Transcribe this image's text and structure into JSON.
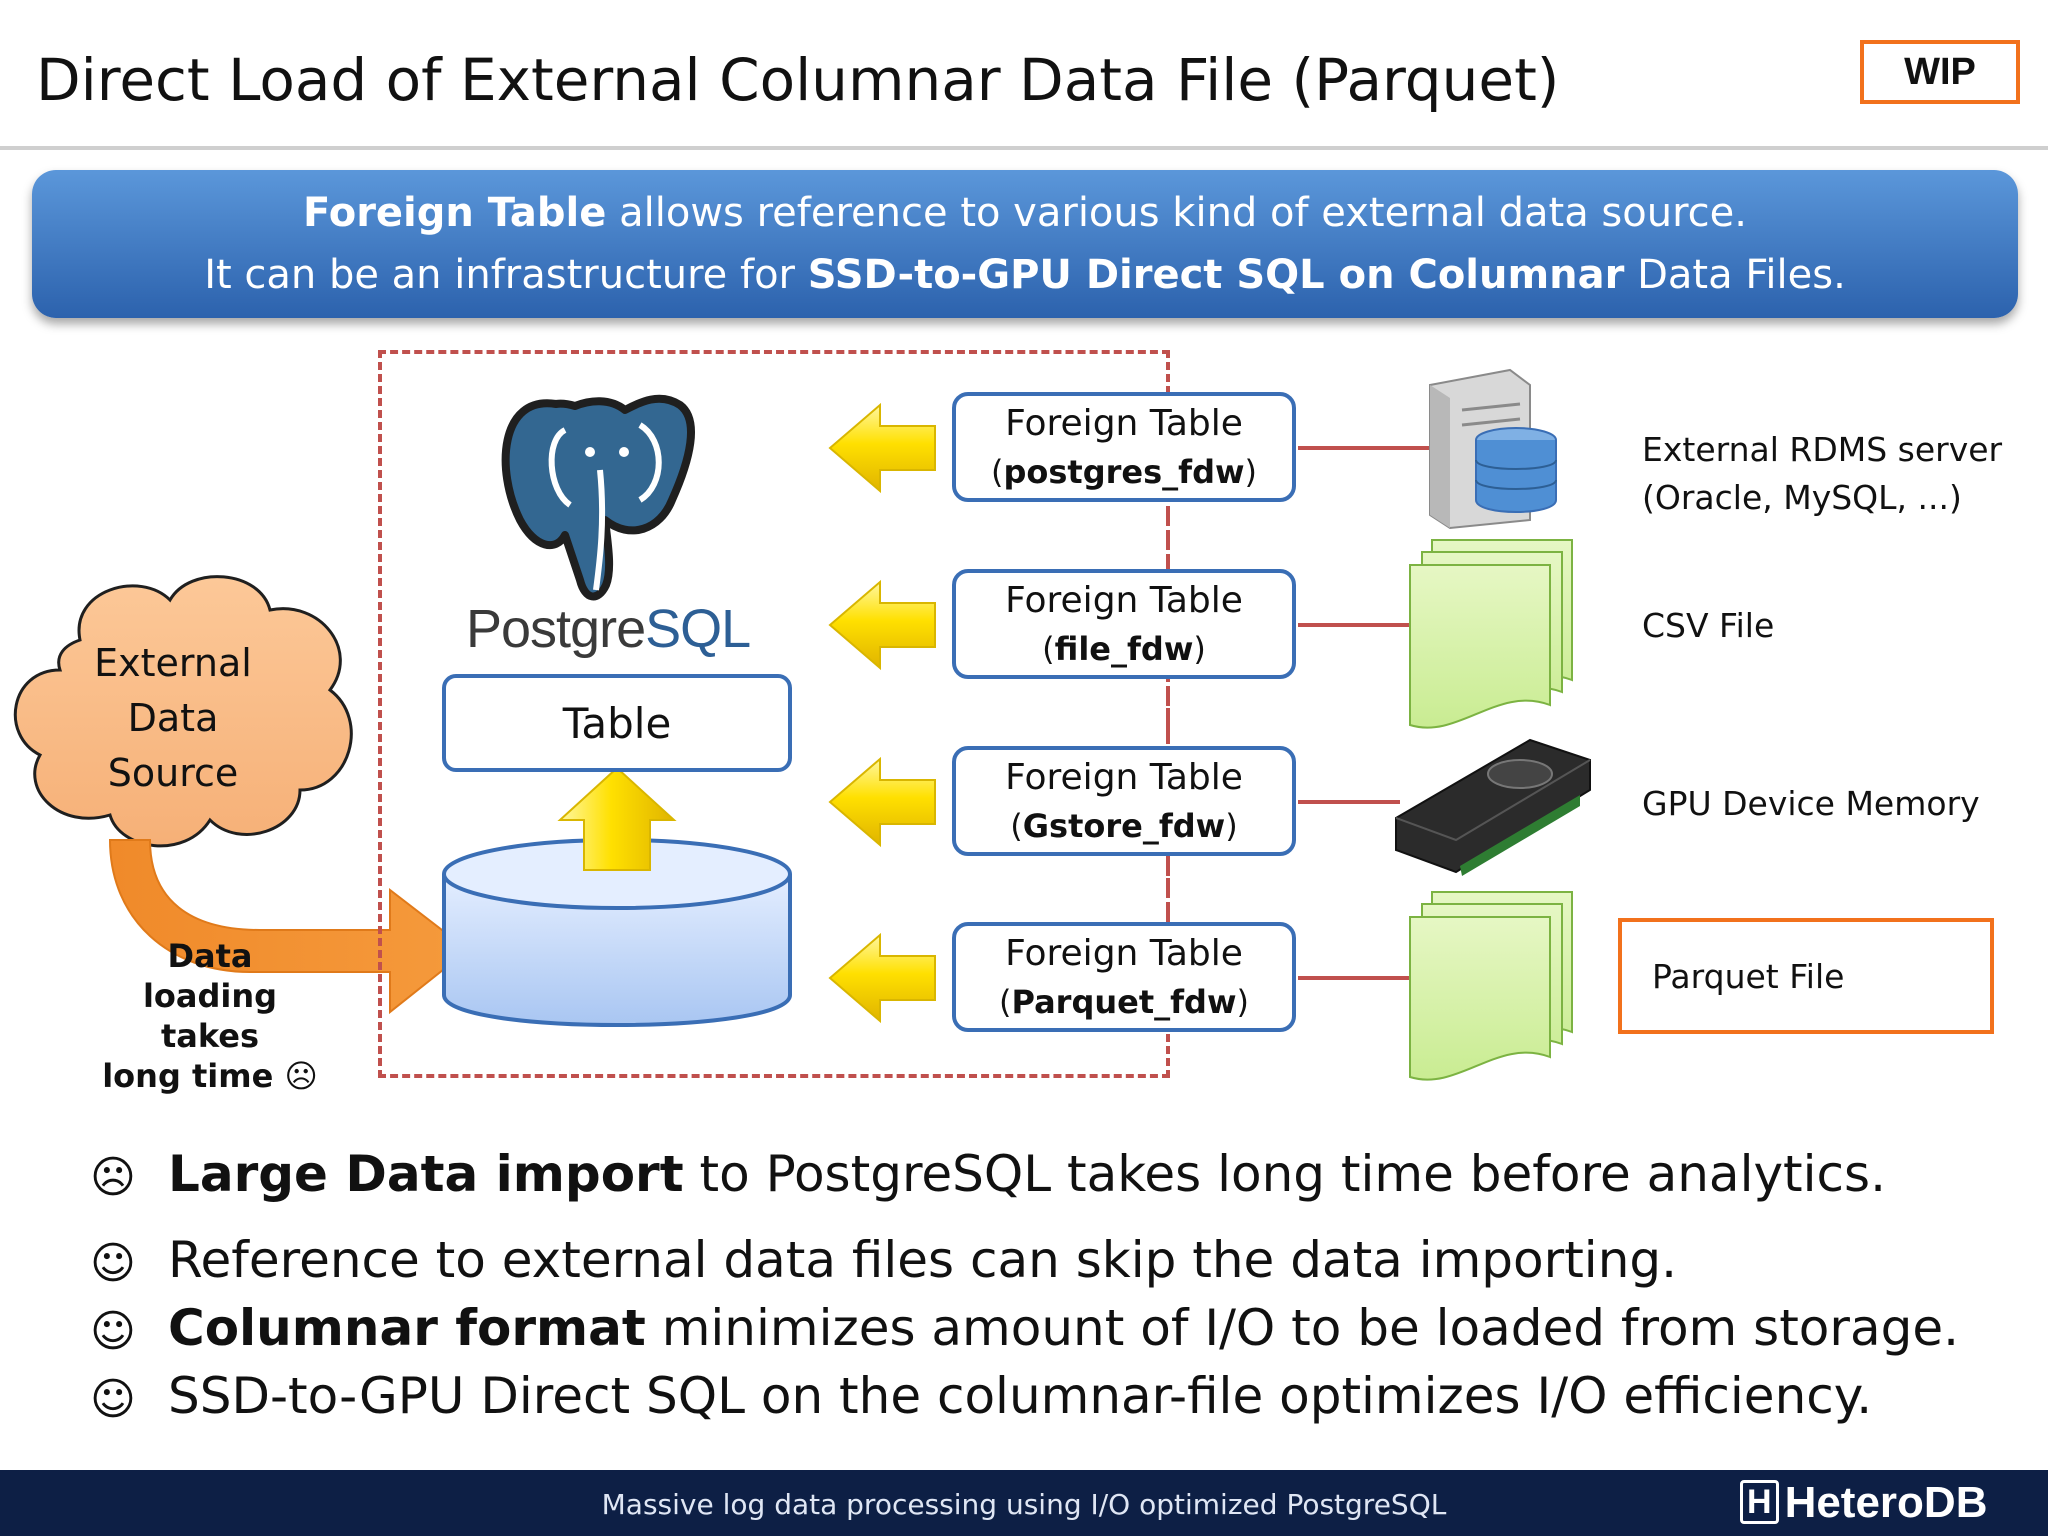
{
  "header": {
    "title": "Direct Load of External Columnar Data File (Parquet)",
    "badge": "WIP"
  },
  "banner": {
    "line1_bold": "Foreign Table",
    "line1_rest": " allows reference to various kind of external data source.",
    "line2_prefix": "It can be an infrastructure for ",
    "line2_bold": "SSD-to-GPU Direct SQL on Columnar",
    "line2_suffix": " Data Files."
  },
  "diagram": {
    "postgres_word_a": "Postgre",
    "postgres_word_b": "SQL",
    "table_label": "Table",
    "external_source": [
      "External",
      "Data",
      "Source"
    ],
    "loading_note": [
      "Data loading",
      "takes",
      "long time ☹"
    ],
    "foreign_tables": [
      {
        "title": "Foreign Table",
        "open": "(",
        "fdw": "postgres_fdw",
        "close": ")",
        "source": [
          "External RDMS server",
          "(Oracle, MySQL, ...)"
        ]
      },
      {
        "title": "Foreign Table",
        "open": "(",
        "fdw": "file_fdw",
        "close": ")",
        "source": [
          "CSV File"
        ]
      },
      {
        "title": "Foreign Table",
        "open": "(",
        "fdw": "Gstore_fdw",
        "close": ")",
        "source": [
          "GPU Device Memory"
        ]
      },
      {
        "title": "Foreign Table",
        "open": "(",
        "fdw": "Parquet_fdw",
        "close": ")",
        "source": [
          "Parquet File"
        ]
      }
    ],
    "colors": {
      "accent_orange": "#f2711c",
      "box_blue": "#3a6eb5",
      "dashed_red": "#c0504d",
      "arrow_yellow": "#ffd700"
    }
  },
  "bullets": [
    {
      "icon": "frown-icon",
      "face": "☹",
      "bold": "Large Data import",
      "text": " to PostgreSQL takes long time before analytics."
    },
    {
      "icon": "smile-icon",
      "face": "☺",
      "bold": "",
      "text": "Reference to external data files can skip the data importing."
    },
    {
      "icon": "smile-icon",
      "face": "☺",
      "bold": "Columnar format",
      "text": " minimizes amount of I/O to be loaded from storage."
    },
    {
      "icon": "smile-icon",
      "face": "☺",
      "bold": "",
      "text": "SSD-to-GPU Direct SQL on the columnar-file optimizes I/O efficiency."
    }
  ],
  "footer": {
    "caption": "Massive log data processing using I/O optimized PostgreSQL",
    "logo_mark": "H",
    "logo_text": "HeteroDB"
  }
}
